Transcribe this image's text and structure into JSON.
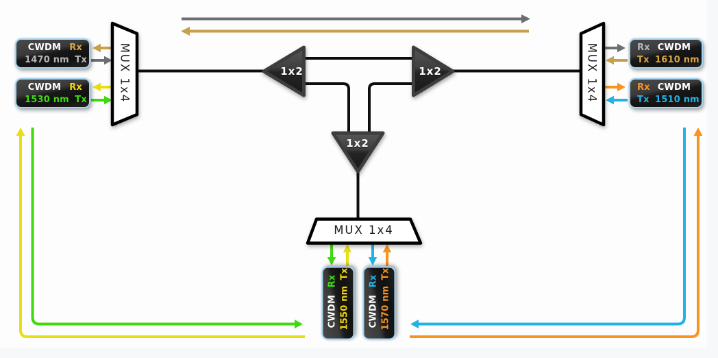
{
  "colors": {
    "gray": "#6d6e71",
    "tan": "#c7a04a",
    "tan_text": "#d6a443",
    "yellow": "#e9dd16",
    "yellow_text": "#f2d60c",
    "green": "#3eda0e",
    "blue": "#22b2e7",
    "orange": "#f7931e",
    "silver": "#b4b6b8",
    "white": "#ffffff",
    "black": "#0d0d0d",
    "box_border": "#a5d5f0"
  },
  "muxes": {
    "left": {
      "label": "MUX 1x4"
    },
    "right": {
      "label": "MUX 1x4"
    },
    "bottom": {
      "label": "MUX 1x4"
    }
  },
  "splitters": {
    "left": {
      "label": "1x2"
    },
    "right": {
      "label": "1x2"
    },
    "bottom": {
      "label": "1x2"
    }
  },
  "transceivers": {
    "t1470": {
      "name": "CWDM",
      "wavelength": "1470 nm",
      "rx": "Rx",
      "tx": "Tx"
    },
    "t1530": {
      "name": "CWDM",
      "wavelength": "1530 nm",
      "rx": "Rx",
      "tx": "Tx"
    },
    "t1610": {
      "name": "CWDM",
      "wavelength": "1610 nm",
      "rx": "Rx",
      "tx": "Tx"
    },
    "t1510": {
      "name": "CWDM",
      "wavelength": "1510 nm",
      "rx": "Rx",
      "tx": "Tx"
    },
    "t1550": {
      "name": "CWDM",
      "wavelength": "1550 nm",
      "rx": "Rx",
      "tx": "Tx"
    },
    "t1570": {
      "name": "CWDM",
      "wavelength": "1570 nm",
      "rx": "Rx",
      "tx": "Tx"
    }
  }
}
